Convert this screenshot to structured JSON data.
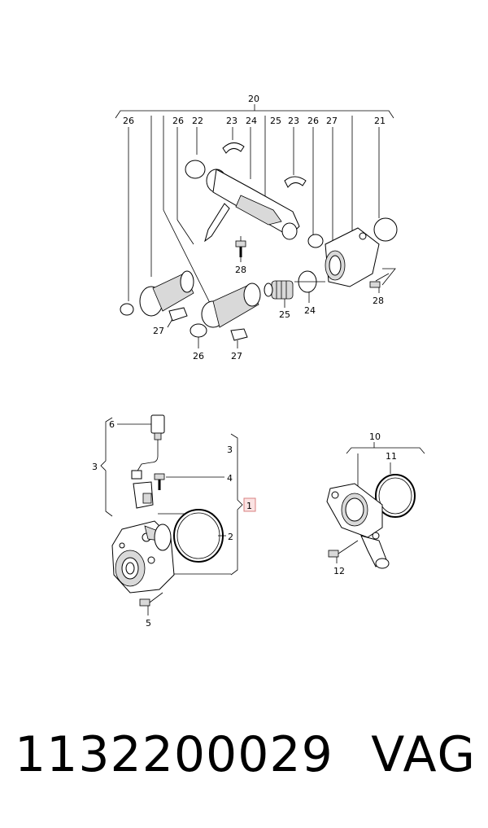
{
  "callouts_upper": {
    "c20": "20",
    "c26a": "26",
    "c26b": "26",
    "c22": "22",
    "c23a": "23",
    "c24a": "24",
    "c25a": "25",
    "c23b": "23",
    "c26c": "26",
    "c27a": "27",
    "c21": "21",
    "c28a": "28",
    "c28b": "28",
    "c27b": "27",
    "c26d": "26",
    "c27c": "27",
    "c25b": "25",
    "c24b": "24"
  },
  "callouts_lower": {
    "c6": "6",
    "c3a": "3",
    "c3b": "3",
    "c4": "4",
    "c1": "1",
    "c2": "2",
    "c5": "5",
    "c10": "10",
    "c11": "11",
    "c12": "12"
  },
  "footer": {
    "part_number": "1132200029",
    "brand": "VAG"
  },
  "colors": {
    "highlight_fill": "#fbe3e3",
    "highlight_stroke": "#d98080"
  }
}
